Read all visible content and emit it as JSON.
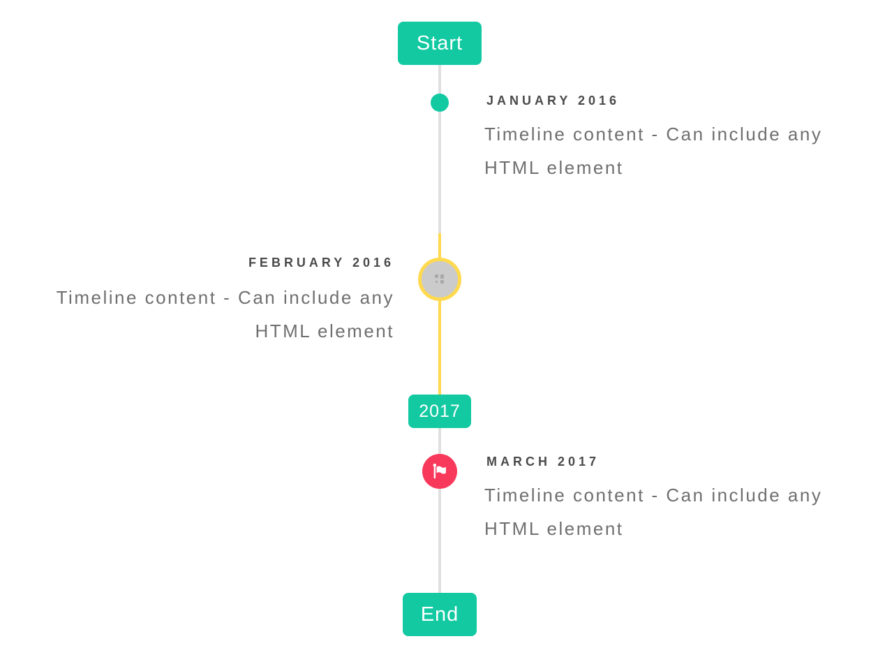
{
  "timeline": {
    "start_label": "Start",
    "year_divider_label": "2017",
    "end_label": "End",
    "accent_colors": {
      "teal": "#12C9A2",
      "yellow": "#FFD94E",
      "red": "#F8395B",
      "line_gray": "#E0E0E0",
      "avatar_gray": "#CBCBCB"
    },
    "items": [
      {
        "title": "JANUARY 2016",
        "content": "Timeline content - Can include any HTML element",
        "side": "right",
        "marker": "teal-dot",
        "line_color": "#E0E0E0"
      },
      {
        "title": "FEBRUARY 2016",
        "content": "Timeline content - Can include any HTML element",
        "side": "left",
        "marker": "gray-avatar-with-yellow-ring",
        "line_color": "#FFD94E"
      },
      {
        "title": "MARCH 2017",
        "content": "Timeline content - Can include any HTML element",
        "side": "right",
        "marker": "red-flag-circle",
        "line_color": "#E0E0E0"
      }
    ]
  }
}
